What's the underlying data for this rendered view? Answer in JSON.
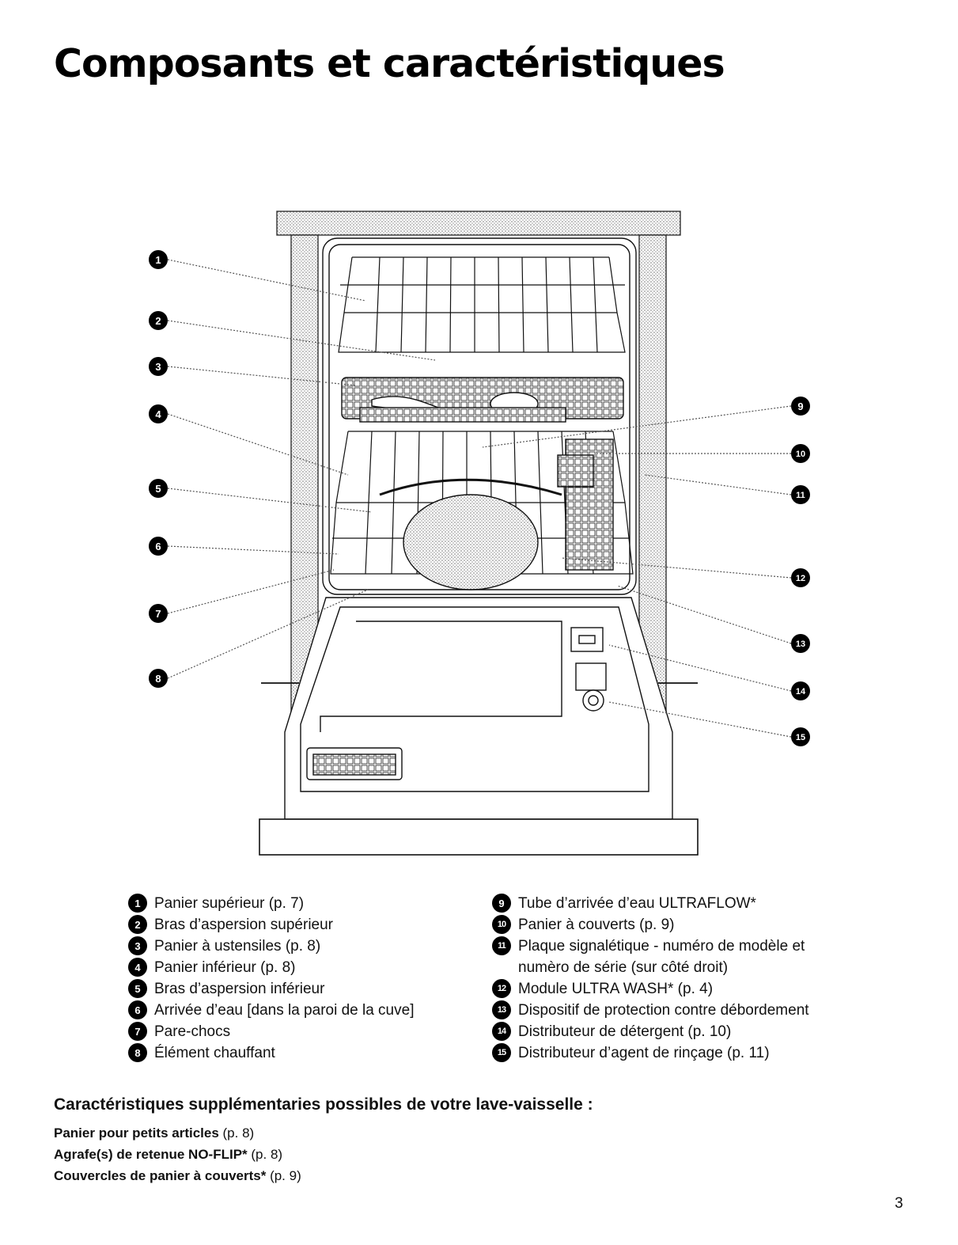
{
  "title": "Composants et caractéristiques",
  "callouts": [
    {
      "num": "1",
      "label": "Panier supérieur (p. 7)"
    },
    {
      "num": "2",
      "label": "Bras d’aspersion supérieur"
    },
    {
      "num": "3",
      "label": "Panier à ustensiles (p. 8)"
    },
    {
      "num": "4",
      "label": "Panier inférieur (p. 8)"
    },
    {
      "num": "5",
      "label": "Bras d’aspersion inférieur"
    },
    {
      "num": "6",
      "label": "Arrivée d’eau [dans la paroi de la cuve]"
    },
    {
      "num": "7",
      "label": "Pare-chocs"
    },
    {
      "num": "8",
      "label": "Élément chauffant"
    },
    {
      "num": "9",
      "label": "Tube d’arrivée d’eau ULTRAFLOW*"
    },
    {
      "num": "10",
      "label": "Panier à couverts (p. 9)"
    },
    {
      "num": "11",
      "label": "Plaque signalétique - numéro de modèle et numèro de série (sur côté droit)"
    },
    {
      "num": "12",
      "label": "Module ULTRA WASH* (p. 4)"
    },
    {
      "num": "13",
      "label": "Dispositif de protection contre débordement"
    },
    {
      "num": "14",
      "label": "Distributeur de détergent (p. 10)"
    },
    {
      "num": "15",
      "label": "Distributeur d’agent de rinçage (p. 11)"
    }
  ],
  "extras": {
    "heading": "Caractéristiques supplémentaries possibles de votre lave-vaisselle :",
    "items": [
      {
        "bold": "Panier pour petits articles",
        "ref": " (p. 8)"
      },
      {
        "bold": "Agrafe(s) de retenue NO-FLIP*",
        "ref": " (p. 8)"
      },
      {
        "bold": "Couvercles de panier à couverts*",
        "ref": " (p. 9)"
      }
    ]
  },
  "page_number": "3"
}
